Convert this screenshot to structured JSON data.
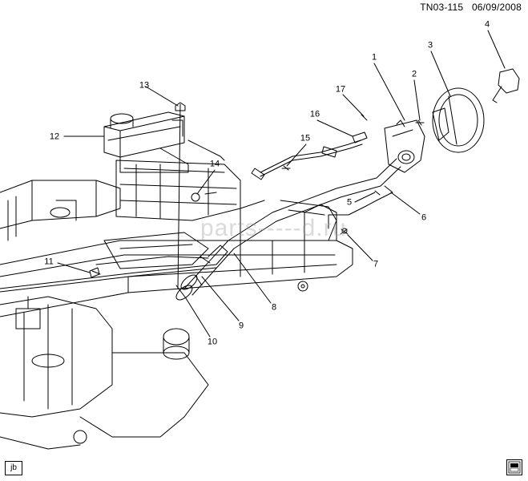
{
  "header": {
    "code": "TN03-115",
    "date": "06/09/2008"
  },
  "footer_tag": "jb",
  "watermark": "parts-----d.ru",
  "callouts": [
    {
      "id": "1",
      "label": "1"
    },
    {
      "id": "2",
      "label": "2"
    },
    {
      "id": "3",
      "label": "3"
    },
    {
      "id": "4",
      "label": "4"
    },
    {
      "id": "5",
      "label": "5"
    },
    {
      "id": "6",
      "label": "6"
    },
    {
      "id": "7",
      "label": "7"
    },
    {
      "id": "8",
      "label": "8"
    },
    {
      "id": "9",
      "label": "9"
    },
    {
      "id": "10",
      "label": "10"
    },
    {
      "id": "11",
      "label": "11"
    },
    {
      "id": "12",
      "label": "12"
    },
    {
      "id": "13",
      "label": "13"
    },
    {
      "id": "14",
      "label": "14"
    },
    {
      "id": "15",
      "label": "15"
    },
    {
      "id": "16",
      "label": "16"
    },
    {
      "id": "17",
      "label": "17"
    }
  ],
  "logo_icon": "gm-spo-logo-icon",
  "colors": {
    "line": "#000000",
    "watermark": "#969696"
  }
}
